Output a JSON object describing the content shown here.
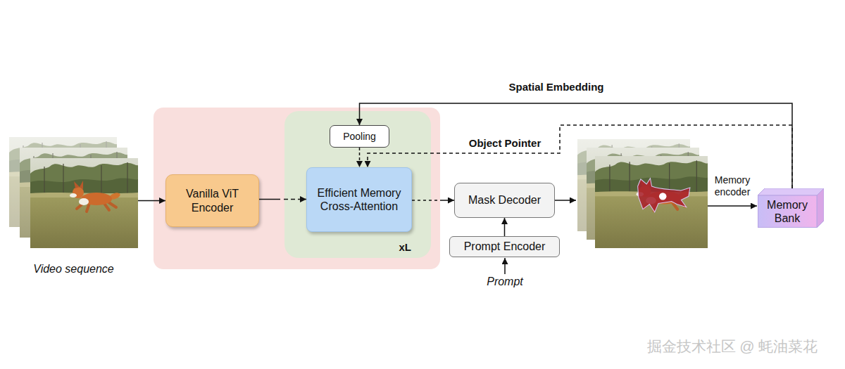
{
  "diagram": {
    "nodes": [
      {
        "text": [
          "Video sequence"
        ]
      },
      {
        "text": [
          "Vanilla ViT Encoder"
        ]
      },
      {
        "text": [
          "xL"
        ]
      },
      {
        "text": [
          "Pooling"
        ],
        "in": 2
      },
      {
        "text": [
          "Efficient Memory Cross-Attention"
        ],
        "in": 2
      },
      {
        "text": [
          "Mask Decoder"
        ]
      },
      {
        "text": [
          "Prompt Encoder"
        ]
      },
      {
        "text": [
          "Memory Bank"
        ]
      }
    ],
    "edges": [
      {
        "from": 0,
        "to": 1,
        "arrow": "to"
      },
      {
        "from": 1,
        "to": 4,
        "arrow": "to"
      },
      {
        "from": 3,
        "to": 4,
        "arrow": "to"
      },
      {
        "from": 4,
        "to": 5,
        "arrow": "to"
      },
      {
        "from": 6,
        "to": 5,
        "arrow": "to"
      },
      {
        "from": 7,
        "to": 3,
        "label": "Spatial Embedding",
        "arrow": "to"
      },
      {
        "from": 7,
        "to": 4,
        "label": "Object Pointer",
        "arrow": "to"
      }
    ],
    "labels": [
      "Memory encoder",
      "Prompt",
      "掘金技术社区 @ 蚝油菜花"
    ]
  }
}
